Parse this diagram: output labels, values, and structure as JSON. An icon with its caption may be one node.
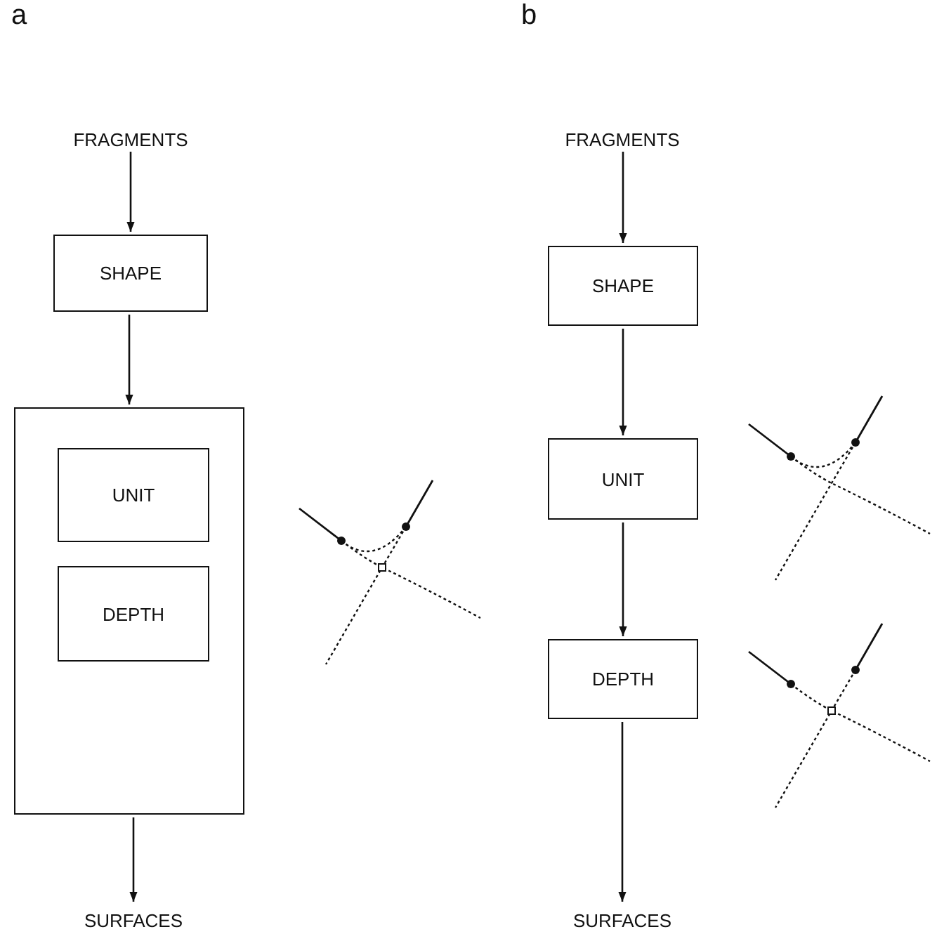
{
  "diagram": {
    "nodes": [
      {
        "text": [
          "FRAGMENTS"
        ]
      },
      {
        "text": [
          "SHAPE"
        ]
      },
      {
        "text": [],
        "shape": "box"
      },
      {
        "text": [
          "UNIT"
        ],
        "in": 2
      },
      {
        "text": [
          "DEPTH"
        ],
        "in": 2
      },
      {
        "text": [
          "SURFACES"
        ]
      },
      {
        "text": [
          "FRAGMENTS"
        ]
      },
      {
        "text": [
          "SHAPE"
        ]
      },
      {
        "text": [
          "UNIT"
        ]
      },
      {
        "text": [
          "DEPTH"
        ]
      },
      {
        "text": [
          "SURFACES"
        ]
      }
    ],
    "edges": [
      {
        "from": 0,
        "to": 1,
        "arrow": "to"
      },
      {
        "from": 1,
        "to": 2,
        "arrow": "to"
      },
      {
        "from": 2,
        "to": 5,
        "arrow": "to"
      },
      {
        "from": 6,
        "to": 7,
        "arrow": "to"
      },
      {
        "from": 7,
        "to": 8,
        "arrow": "to"
      },
      {
        "from": 8,
        "to": 9,
        "arrow": "to"
      },
      {
        "from": 9,
        "to": 10,
        "arrow": "to"
      }
    ],
    "labels": [
      "a",
      "b"
    ]
  }
}
